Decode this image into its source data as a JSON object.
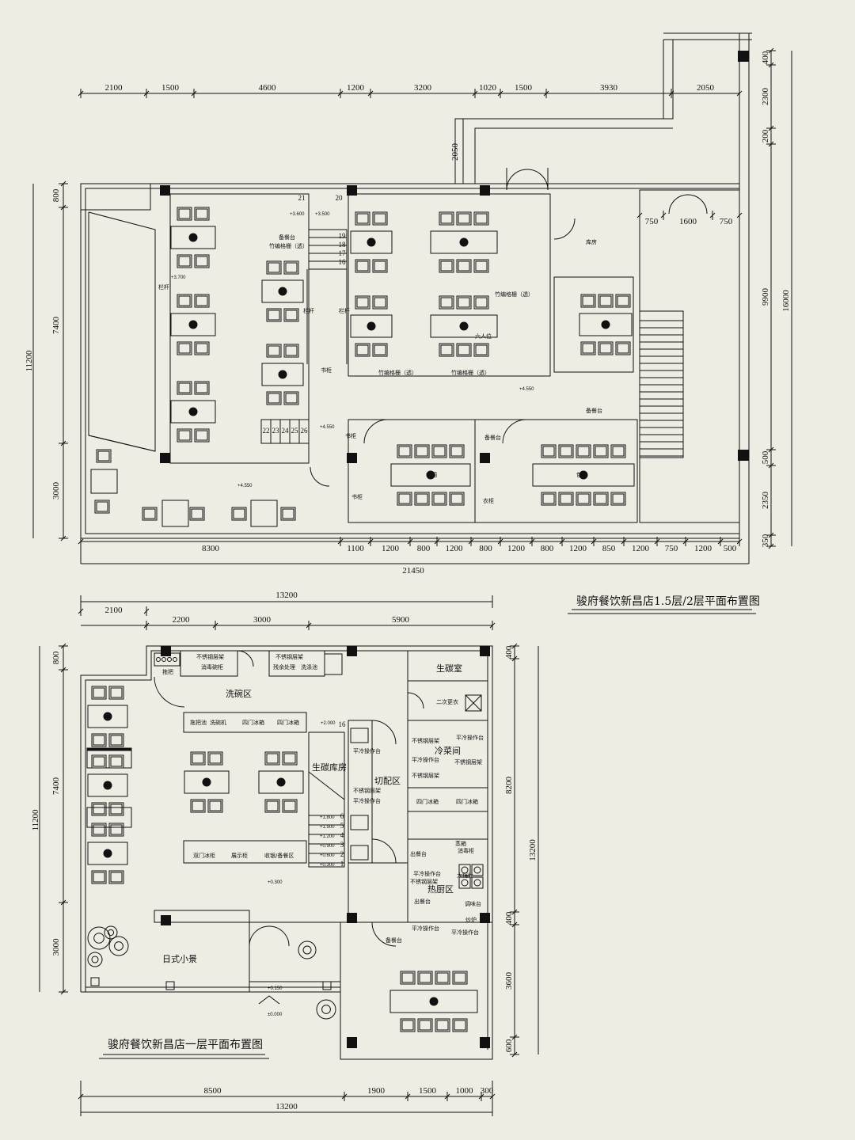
{
  "titles": {
    "upper": "骏府餐饮新昌店1.5层/2层平面布置图",
    "lower": "骏府餐饮新昌店一层平面布置图"
  },
  "upper_plan": {
    "top_dims": [
      "2100",
      "1500",
      "4600",
      "1200",
      "3200",
      "1020",
      "1500",
      "3930",
      "2050"
    ],
    "bottom_dims": [
      "8300",
      "1100",
      "1200",
      "800",
      "1200",
      "800",
      "1200",
      "800",
      "1200",
      "850",
      "1200",
      "750",
      "1200",
      "500"
    ],
    "total_width": "21450",
    "left_dims": [
      "800",
      "7400",
      "3000"
    ],
    "left_total": "11200",
    "right_dims": [
      "400",
      "2300",
      "200",
      "9900",
      "500",
      "2350",
      "350"
    ],
    "right_total": "16000",
    "entry_dim": "2050",
    "door_dims": [
      "750",
      "1600",
      "750"
    ],
    "rooms": {
      "storage": "库房",
      "bamboo_grille": "竹编格栅（透）",
      "six_seat": "六人位",
      "service_station": "备餐台",
      "private_room": "包厢",
      "railing": "栏杆",
      "bookshelf": "书柜",
      "coat_cabinet": "衣柜"
    },
    "levels": [
      "+3.600",
      "+3.500",
      "+3.700",
      "+4.550",
      "+4.550",
      "+4.550"
    ],
    "stair_numbers_upper": [
      "19",
      "18",
      "17",
      "16"
    ],
    "stair_numbers_lower": [
      "22",
      "23",
      "24",
      "25",
      "26"
    ],
    "stair_numbers_top": [
      "21",
      "20"
    ]
  },
  "lower_plan": {
    "top_total": "13200",
    "top_dims": [
      "2100",
      "2200",
      "3000",
      "5900"
    ],
    "bottom_dims": [
      "8500",
      "1900",
      "1500",
      "1000",
      "300"
    ],
    "bottom_total": "13200",
    "left_dims": [
      "800",
      "7400",
      "3000"
    ],
    "left_total": "11200",
    "right_dims": [
      "400",
      "8200",
      "400",
      "3600",
      "600"
    ],
    "right_total": "13200",
    "rooms": {
      "dishwash": "洗碗区",
      "raw_storage": "生碳库房",
      "prep": "切配区",
      "cold_kitchen": "冷菜间",
      "hot_kitchen": "热厨区",
      "raw_room": "生碳室",
      "garden": "日式小景",
      "second_change": "二次更衣"
    },
    "labels": {
      "steel_shelf": "不锈钢层架",
      "steel_shelf2": "不锈钢层架",
      "disinfect": "消毒碗柜",
      "waste": "残余处理",
      "wash_basin": "洗涤池",
      "mop": "拖把",
      "mop2": "拖把池",
      "sink1": "洗碗机",
      "two_door": "四门冰箱",
      "bench": "平冷操作台",
      "serving": "出餐台",
      "range": "炒炉",
      "knead": "调味台",
      "double_fridge": "双门冰柜",
      "cabinet": "展示柜",
      "cash": "收银/备餐区",
      "pre_dishes": "出餐台",
      "fire_stove": "大锅灶",
      "steam": "蒸箱",
      "service": "备餐台",
      "tableware": "消毒柜"
    },
    "stair_numbers": [
      "16",
      "6",
      "5",
      "4",
      "3",
      "2",
      "1"
    ],
    "levels": [
      "+2.000",
      "+1.800",
      "+1.500",
      "+1.200",
      "+0.900",
      "+0.600",
      "+0.300",
      "+0.300",
      "+0.150",
      "±0.000"
    ]
  }
}
